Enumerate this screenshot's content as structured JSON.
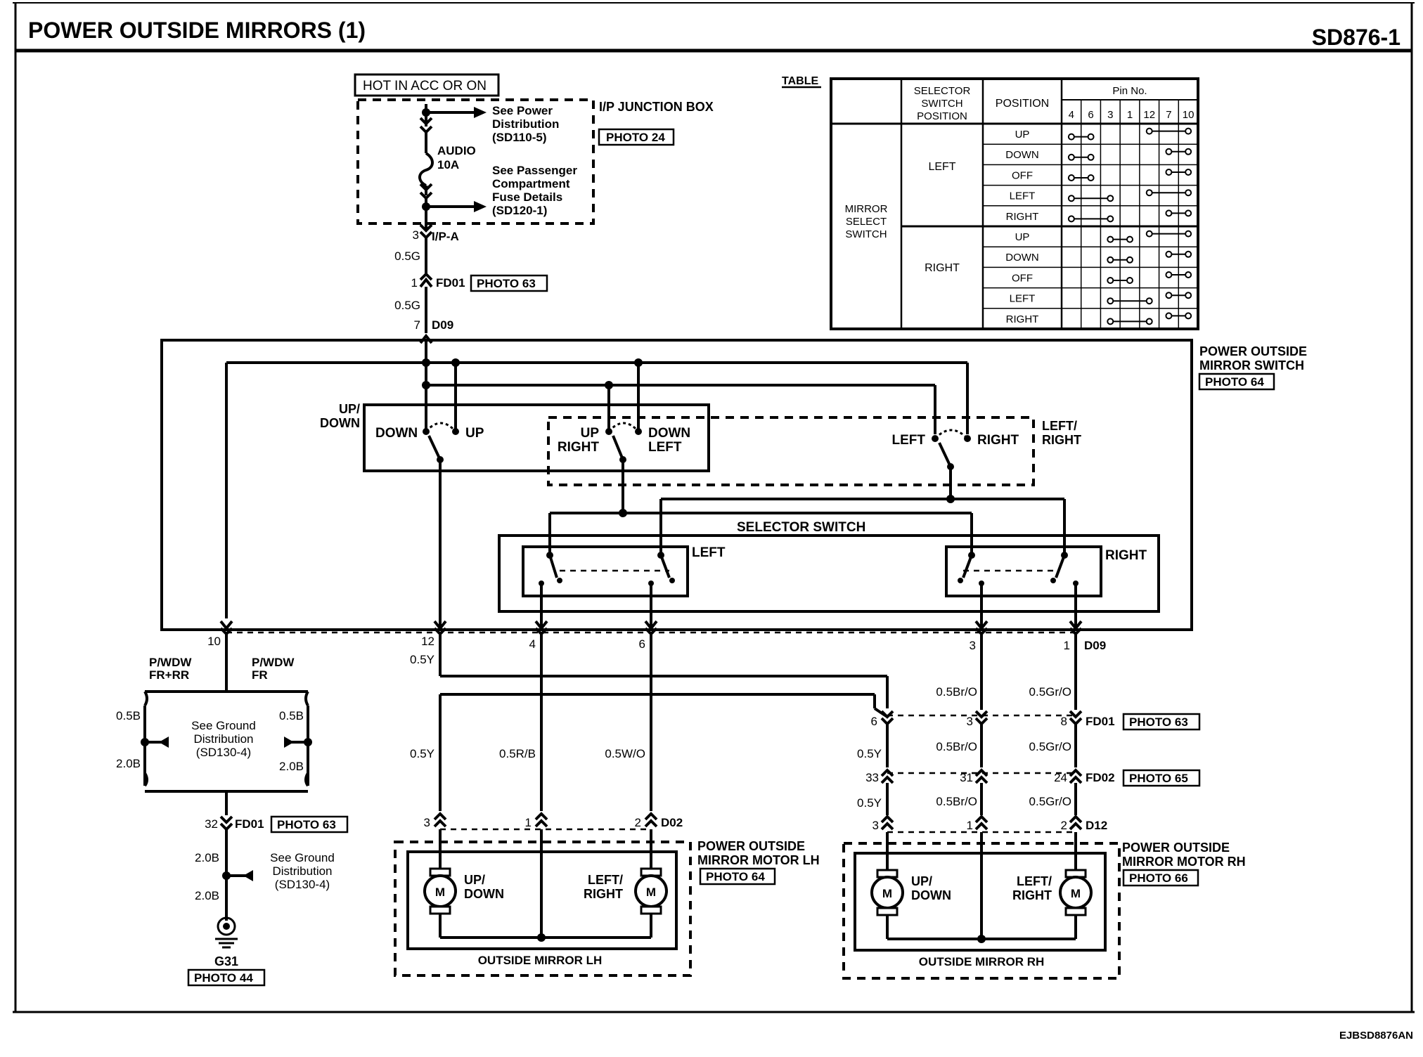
{
  "header": {
    "title": "POWER OUTSIDE MIRRORS (1)",
    "code": "SD876-1"
  },
  "footer": {
    "code": "EJBSD8876AN"
  },
  "power": {
    "hot_label": "HOT IN ACC OR ON",
    "junction_box": "I/P JUNCTION BOX",
    "junction_photo": "PHOTO 24",
    "see_power": [
      "See Power",
      "Distribution",
      "(SD110-5)"
    ],
    "fuse": [
      "AUDIO",
      "10A"
    ],
    "see_fuse": [
      "See Passenger",
      "Compartment",
      "Fuse Details",
      "(SD120-1)"
    ],
    "conn_ipa_pin": "3",
    "conn_ipa": "I/P-A",
    "wire1": "0.5G",
    "conn_fd01_pin": "1",
    "conn_fd01": "FD01",
    "fd01_photo": "PHOTO 63",
    "wire2": "0.5G",
    "conn_d09_pin": "7",
    "conn_d09": "D09"
  },
  "switch_module": {
    "title": [
      "POWER OUTSIDE",
      "MIRROR SWITCH"
    ],
    "photo": "PHOTO 64",
    "updown_label": [
      "UP/",
      "DOWN"
    ],
    "down": "DOWN",
    "up": "UP",
    "up_right": [
      "UP",
      "RIGHT"
    ],
    "down_left": [
      "DOWN",
      "LEFT"
    ],
    "left": "LEFT",
    "right": "RIGHT",
    "leftright_label": [
      "LEFT/",
      "RIGHT"
    ],
    "selector_title": "SELECTOR SWITCH",
    "selector_left": "LEFT",
    "selector_right": "RIGHT"
  },
  "pins_bottom": {
    "p10": "10",
    "p12": "12",
    "p4": "4",
    "p6": "6",
    "p3": "3",
    "p1": "1",
    "conn": "D09"
  },
  "ground_branch": {
    "pwdw_frrr": [
      "P/WDW",
      "FR+RR"
    ],
    "pwdw_fr": [
      "P/WDW",
      "FR"
    ],
    "w_05b_l": "0.5B",
    "w_05b_r": "0.5B",
    "w_20b_l": "2.0B",
    "w_20b_r": "2.0B",
    "see_ground1": [
      "See Ground",
      "Distribution",
      "(SD130-4)"
    ],
    "conn_pin": "32",
    "conn": "FD01",
    "conn_photo": "PHOTO 63",
    "w_20b_a": "2.0B",
    "w_20b_b": "2.0B",
    "see_ground2": [
      "See Ground",
      "Distribution",
      "(SD130-4)"
    ],
    "ground_id": "G31",
    "ground_photo": "PHOTO 44"
  },
  "wires": {
    "w05y_a": "0.5Y",
    "w05bro_a": "0.5Br/O",
    "w05gro_a": "0.5Gr/O",
    "w05y_b": "0.5Y",
    "w05rb": "0.5R/B",
    "w05wo": "0.5W/O",
    "fd01_p6": "6",
    "fd01_p3": "3",
    "fd01_p8": "8",
    "fd01": "FD01",
    "fd01_photo": "PHOTO 63",
    "w05y_c": "0.5Y",
    "w05bro_b": "0.5Br/O",
    "w05gro_b": "0.5Gr/O",
    "fd02_p33": "33",
    "fd02_p31": "31",
    "fd02_p24": "24",
    "fd02": "FD02",
    "fd02_photo": "PHOTO 65",
    "w05y_d": "0.5Y",
    "w05bro_c": "0.5Br/O",
    "w05gro_c": "0.5Gr/O",
    "d02_p3": "3",
    "d02_p1": "1",
    "d02_p2": "2",
    "d02": "D02",
    "d12_p3": "3",
    "d12_p1": "1",
    "d12_p2": "2",
    "d12": "D12"
  },
  "motor_lh": {
    "title": [
      "POWER OUTSIDE",
      "MIRROR  MOTOR LH"
    ],
    "photo": "PHOTO 64",
    "updown": [
      "UP/",
      "DOWN"
    ],
    "leftright": [
      "LEFT/",
      "RIGHT"
    ],
    "m": "M",
    "footer": "OUTSIDE MIRROR LH"
  },
  "motor_rh": {
    "title": [
      "POWER OUTSIDE",
      "MIRROR  MOTOR RH"
    ],
    "photo": "PHOTO 66",
    "updown": [
      "UP/",
      "DOWN"
    ],
    "leftright": [
      "LEFT/",
      "RIGHT"
    ],
    "m": "M",
    "footer": "OUTSIDE MIRROR RH"
  },
  "table": {
    "caption": "TABLE",
    "h_selector": [
      "SELECTOR",
      "SWITCH",
      "POSITION"
    ],
    "h_position": "POSITION",
    "h_pin": "Pin No.",
    "pins": [
      "4",
      "6",
      "3",
      "1",
      "12",
      "7",
      "10"
    ],
    "row_group": [
      "MIRROR",
      "SELECT",
      "SWITCH"
    ],
    "sel_left": "LEFT",
    "sel_right": "RIGHT",
    "positions": [
      "UP",
      "DOWN",
      "OFF",
      "LEFT",
      "RIGHT",
      "UP",
      "DOWN",
      "OFF",
      "LEFT",
      "RIGHT"
    ]
  }
}
